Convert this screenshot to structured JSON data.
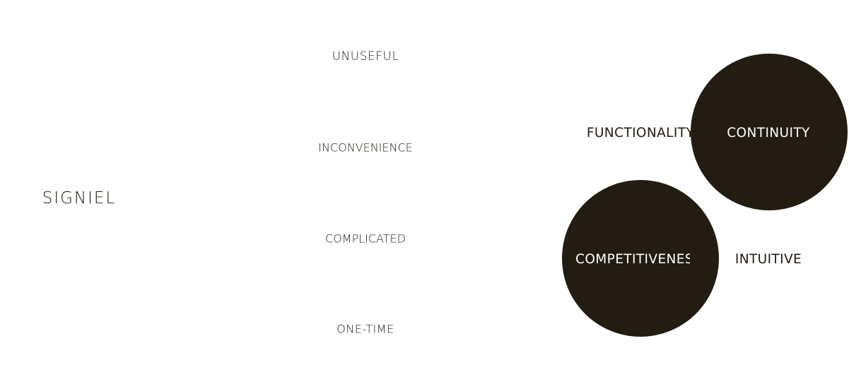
{
  "brand": "SIGNIEL",
  "words": [
    "UNUSEFUL",
    "INCONVENIENCE",
    "COMPLICATED",
    "ONE-TIME"
  ],
  "circles": {
    "top_left_label": "FUNCTIONALITY",
    "top_right_label": "CONTINUITY",
    "bottom_left_label": "COMPETITIVENESS",
    "bottom_right_label": "INTUITIVE"
  },
  "colors": {
    "dark": "#221c12",
    "background": "#ffffff"
  }
}
